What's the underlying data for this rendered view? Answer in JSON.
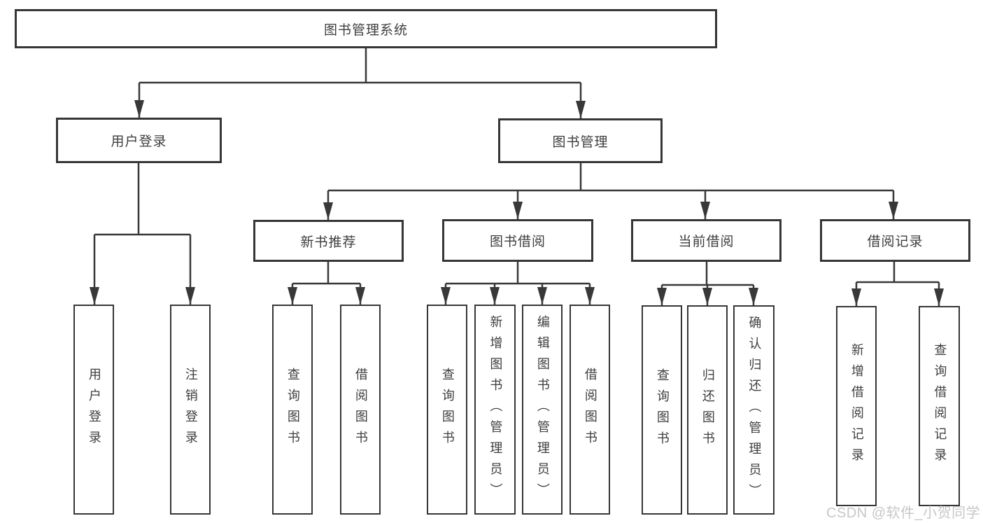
{
  "tree": {
    "label": "图书管理系统",
    "children": [
      {
        "label": "用户登录",
        "children": [
          {
            "label": "用户登录"
          },
          {
            "label": "注销登录"
          }
        ]
      },
      {
        "label": "图书管理",
        "children": [
          {
            "label": "新书推荐",
            "children": [
              {
                "label": "查询图书"
              },
              {
                "label": "借阅图书"
              }
            ]
          },
          {
            "label": "图书借阅",
            "children": [
              {
                "label": "查询图书"
              },
              {
                "label": "新增图书（管理员）"
              },
              {
                "label": "编辑图书（管理员）"
              },
              {
                "label": "借阅图书"
              }
            ]
          },
          {
            "label": "当前借阅",
            "children": [
              {
                "label": "查询图书"
              },
              {
                "label": "归还图书"
              },
              {
                "label": "确认归还（管理员）"
              }
            ]
          },
          {
            "label": "借阅记录",
            "children": [
              {
                "label": "新增借阅记录"
              },
              {
                "label": "查询借阅记录"
              }
            ]
          }
        ]
      }
    ]
  },
  "watermark": {
    "text": "CSDN @软件_小贺同学"
  },
  "colors": {
    "line": "#383838",
    "box_border": "#363636",
    "text": "#3e3e3e",
    "watermark": "#c7c7c7",
    "background": "#ffffff"
  }
}
